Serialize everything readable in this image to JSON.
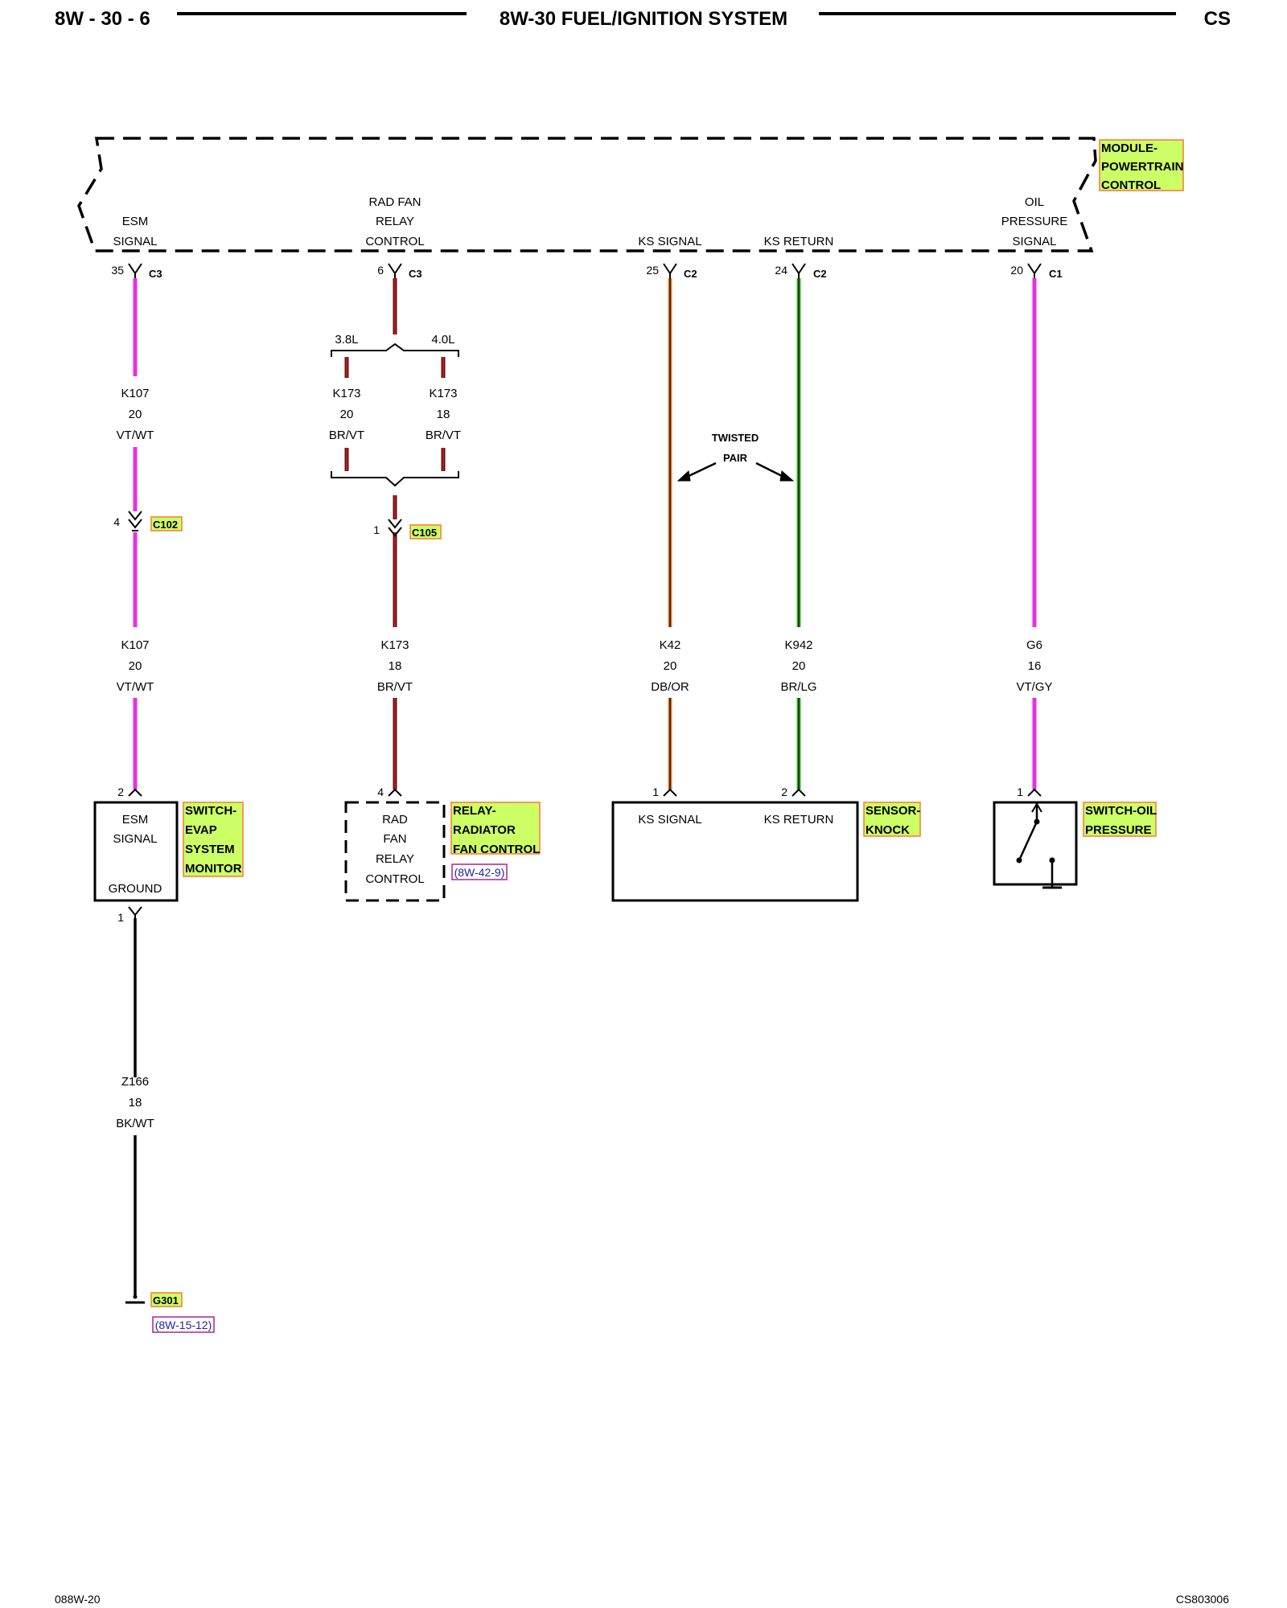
{
  "header": {
    "page_number": "8W - 30 - 6",
    "title": "8W-30 FUEL/IGNITION SYSTEM",
    "code": "CS"
  },
  "pcm": {
    "name": [
      "MODULE-",
      "POWERTRAIN",
      "CONTROL"
    ],
    "pins": {
      "esm": [
        "ESM",
        "SIGNAL"
      ],
      "radfan": [
        "RAD FAN",
        "RELAY",
        "CONTROL"
      ],
      "ks_signal": [
        "KS SIGNAL"
      ],
      "ks_return": [
        "KS RETURN"
      ],
      "oil": [
        "OIL",
        "PRESSURE",
        "SIGNAL"
      ]
    }
  },
  "pcm_connectors": {
    "esm": {
      "pin": "35",
      "conn": "C3"
    },
    "radfan": {
      "pin": "6",
      "conn": "C3"
    },
    "ks_signal": {
      "pin": "25",
      "conn": "C2"
    },
    "ks_return": {
      "pin": "24",
      "conn": "C2"
    },
    "oil": {
      "pin": "20",
      "conn": "C1"
    }
  },
  "engine_split": {
    "left": "3.8L",
    "right": "4.0L"
  },
  "wires": {
    "k107_upper": [
      "K107",
      "20",
      "VT/WT"
    ],
    "k173_left": [
      "K173",
      "20",
      "BR/VT"
    ],
    "k173_right": [
      "K173",
      "18",
      "BR/VT"
    ],
    "k107_lower": [
      "K107",
      "20",
      "VT/WT"
    ],
    "k173_lower": [
      "K173",
      "18",
      "BR/VT"
    ],
    "k42": [
      "K42",
      "20",
      "DB/OR"
    ],
    "k942": [
      "K942",
      "20",
      "BR/LG"
    ],
    "g6": [
      "G6",
      "16",
      "VT/GY"
    ],
    "z166": [
      "Z166",
      "18",
      "BK/WT"
    ]
  },
  "inline_connectors": {
    "c102": {
      "pin": "4",
      "name": "C102"
    },
    "c105": {
      "pin": "1",
      "name": "C105"
    }
  },
  "twisted_pair": [
    "TWISTED",
    "PAIR"
  ],
  "device_pins": {
    "esm_switch": "2",
    "esm_ground": "1",
    "relay": "4",
    "ks_signal": "1",
    "ks_return": "2",
    "oil_switch": "1"
  },
  "components": {
    "evap_switch": {
      "box_text": [
        "ESM",
        "SIGNAL"
      ],
      "ground_text": "GROUND",
      "name": [
        "SWITCH-",
        "EVAP",
        "SYSTEM",
        "MONITOR"
      ]
    },
    "relay": {
      "box_text": [
        "RAD",
        "FAN",
        "RELAY",
        "CONTROL"
      ],
      "name": [
        "RELAY-",
        "RADIATOR",
        "FAN CONTROL"
      ],
      "ref": "(8W-42-9)"
    },
    "knock_sensor": {
      "signal_text": "KS SIGNAL",
      "return_text": "KS RETURN",
      "name": [
        "SENSOR-",
        "KNOCK"
      ]
    },
    "oil_switch": {
      "name": [
        "SWITCH-OIL",
        "PRESSURE"
      ]
    }
  },
  "ground": {
    "name": "G301",
    "ref": "(8W-15-12)"
  },
  "footer": {
    "left": "088W-20",
    "right": "CS803006"
  },
  "colors": {
    "violet": "#e830e0",
    "brown": "#5a1010",
    "red_stripe": "#e02020",
    "dark_blue": "#222222",
    "orange": "#f08020",
    "green": "#20c020",
    "highlight": "#ccff66",
    "highlight_border": "#ff7733",
    "ref_border": "#aa2299",
    "ref_text": "#2222aa"
  }
}
